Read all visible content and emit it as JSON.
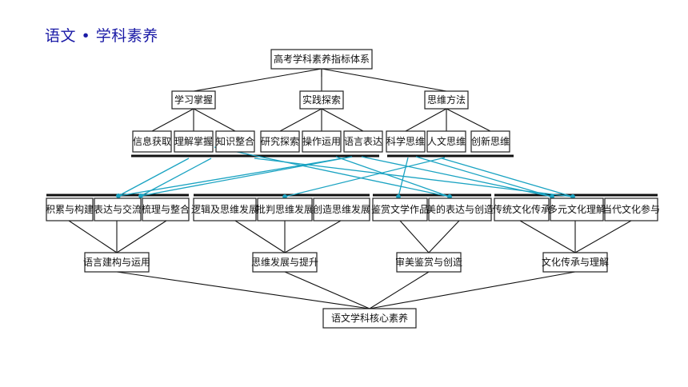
{
  "header": {
    "title": "语文 • 学科素养"
  },
  "diagram": {
    "top": "高考学科素养指标体系",
    "groups": [
      "学习掌握",
      "实践探索",
      "思维方法"
    ],
    "indicators": [
      "信息获取",
      "理解掌握",
      "知识整合",
      "研究探索",
      "操作运用",
      "语言表达",
      "科学思维",
      "人文思维",
      "创新思维"
    ],
    "components": [
      "积累与构建",
      "表达与交流",
      "梳理与整合",
      "逻辑及思维发展",
      "批判思维发展",
      "创造思维发展",
      "鉴赏文学作品",
      "美的表达与创造",
      "传统文化传承",
      "多元文化理解",
      "当代文化参与"
    ],
    "competencies": [
      "语言建构与运用",
      "思维发展与提升",
      "审美鉴赏与创造",
      "文化传承与理解"
    ],
    "core": "语文学科核心素养"
  },
  "colors": {
    "title": "#1a1aa6",
    "connector": "#1aa3c2",
    "line": "#111111"
  }
}
